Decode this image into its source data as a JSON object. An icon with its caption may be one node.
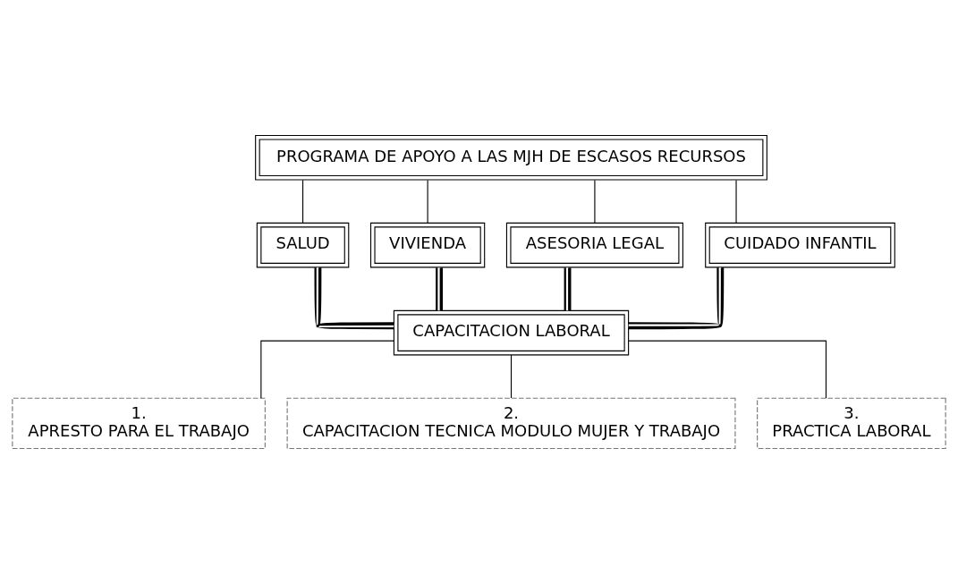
{
  "diagram": {
    "nodes": [
      {
        "text": [
          "PROGRAMA DE APOYO A LAS MJH DE ESCASOS RECURSOS"
        ]
      },
      {
        "text": [
          "SALUD"
        ]
      },
      {
        "text": [
          "VIVIENDA"
        ]
      },
      {
        "text": [
          "ASESORIA LEGAL"
        ]
      },
      {
        "text": [
          "CUIDADO INFANTIL"
        ]
      },
      {
        "text": [
          "CAPACITACION LABORAL"
        ]
      },
      {
        "text": [
          "1.",
          "APRESTO PARA EL TRABAJO"
        ]
      },
      {
        "text": [
          "2.",
          "CAPACITACION TECNICA MODULO MUJER Y TRABAJO"
        ]
      },
      {
        "text": [
          "3.",
          "PRACTICA LABORAL"
        ]
      }
    ],
    "edges": [
      {
        "from": 0,
        "to": 1,
        "arrow": "none"
      },
      {
        "from": 0,
        "to": 2,
        "arrow": "none"
      },
      {
        "from": 0,
        "to": 3,
        "arrow": "none"
      },
      {
        "from": 0,
        "to": 4,
        "arrow": "none"
      },
      {
        "from": 1,
        "to": 5,
        "arrow": "none",
        "style": "thick"
      },
      {
        "from": 2,
        "to": 5,
        "arrow": "none",
        "style": "thick"
      },
      {
        "from": 3,
        "to": 5,
        "arrow": "none",
        "style": "thick"
      },
      {
        "from": 4,
        "to": 5,
        "arrow": "none",
        "style": "thick"
      },
      {
        "from": 5,
        "to": 6,
        "arrow": "none"
      },
      {
        "from": 5,
        "to": 7,
        "arrow": "none"
      },
      {
        "from": 5,
        "to": 8,
        "arrow": "none"
      }
    ]
  }
}
